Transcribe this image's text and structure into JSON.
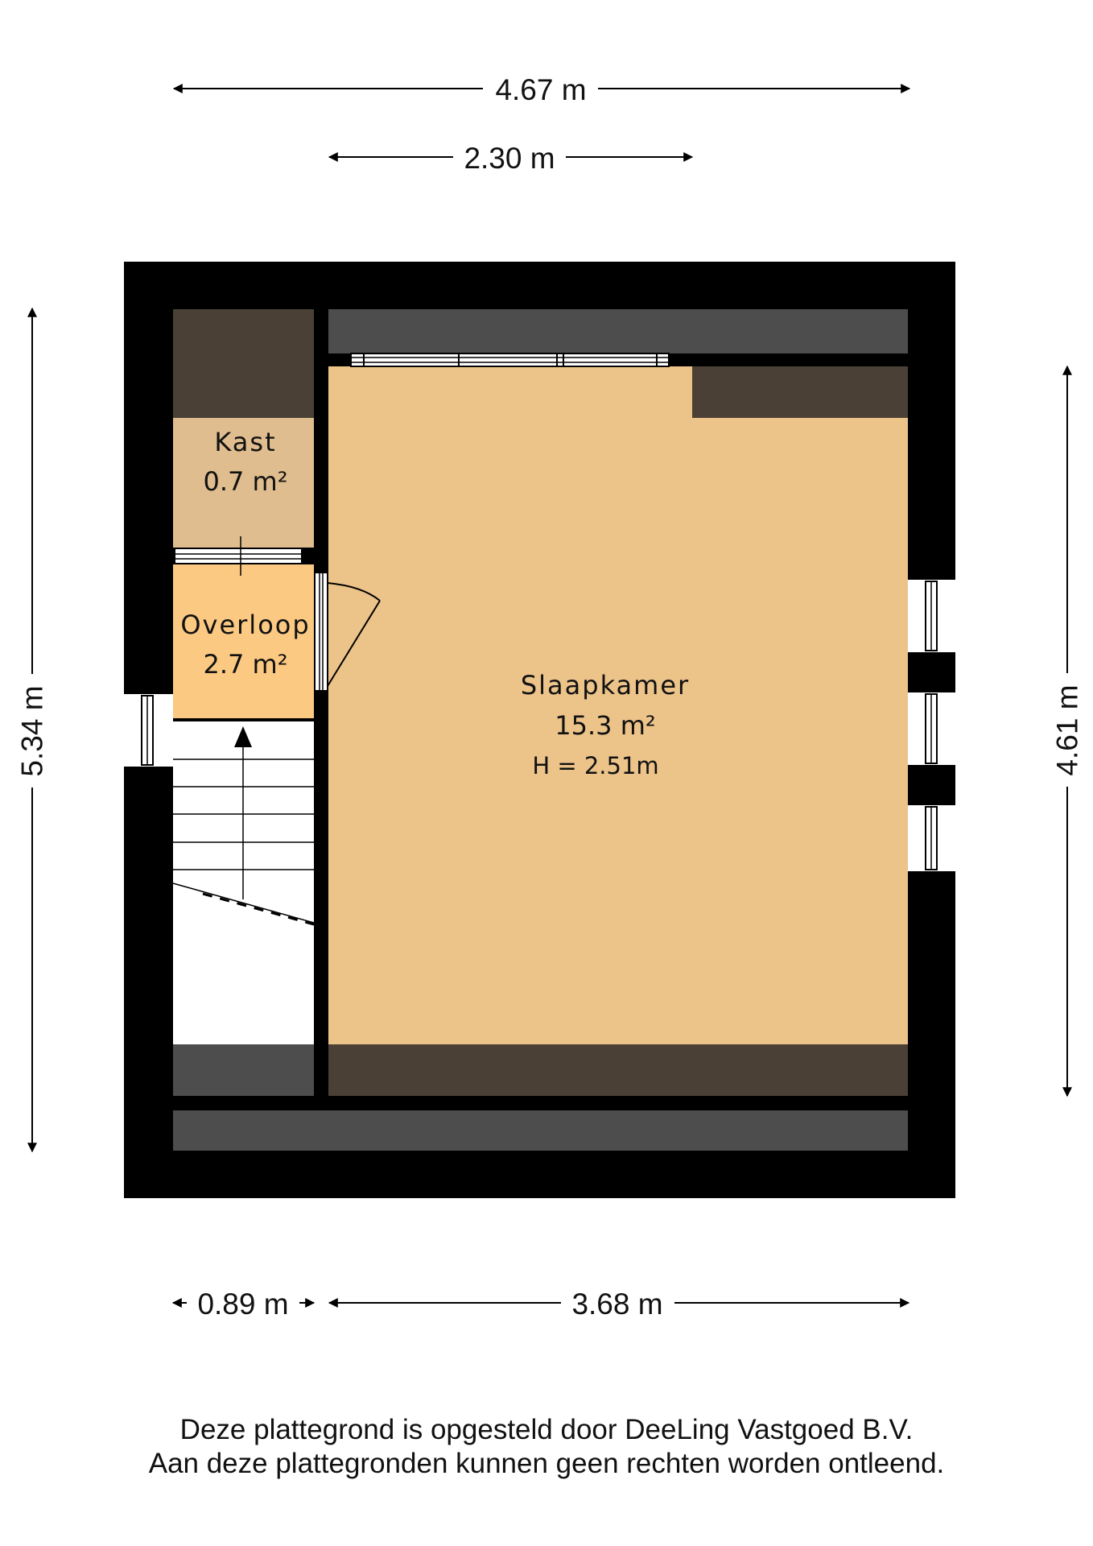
{
  "colors": {
    "wall": "#000000",
    "slaapkamer_floor": "#ECC389",
    "kast_floor": "#DFBD8E",
    "overloop_floor": "#FBC982",
    "low_ceiling_brown": "#4A4036",
    "low_ceiling_grey": "#4D4D4D",
    "stairs_floor": "#FFFFFF"
  },
  "dimensions": {
    "top_total": "4.67 m",
    "top_inner": "2.30 m",
    "left_height": "5.34 m",
    "right_height": "4.61 m",
    "bottom_left": "0.89 m",
    "bottom_right": "3.68 m"
  },
  "rooms": {
    "slaapkamer": {
      "name": "Slaapkamer",
      "area": "15.3 m²",
      "height": "H = 2.51m"
    },
    "kast": {
      "name": "Kast",
      "area": "0.7 m²"
    },
    "overloop": {
      "name": "Overloop",
      "area": "2.7 m²"
    }
  },
  "footer": {
    "line1": "Deze plattegrond is opgesteld door DeeLing Vastgoed B.V.",
    "line2": "Aan deze plattegronden kunnen geen rechten worden ontleend."
  }
}
